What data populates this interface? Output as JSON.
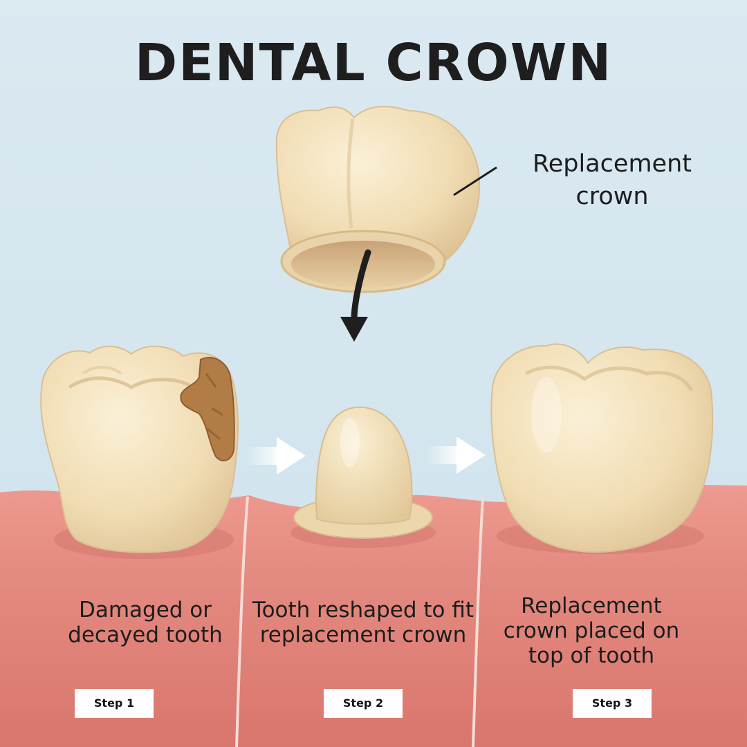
{
  "title": "DENTAL CROWN",
  "crown_label": "Replacement crown",
  "steps": [
    {
      "caption": "Damaged or decayed tooth",
      "badge": "Step 1"
    },
    {
      "caption": "Tooth reshaped to fit replacement crown",
      "badge": "Step 2"
    },
    {
      "caption": "Replacement crown placed on top of tooth",
      "badge": "Step 3"
    }
  ],
  "colors": {
    "background": "#d6e7f0",
    "gum": "#e3897f",
    "tooth": "#f2e1bc",
    "decay": "#b07a44",
    "text": "#1c1c1c"
  }
}
